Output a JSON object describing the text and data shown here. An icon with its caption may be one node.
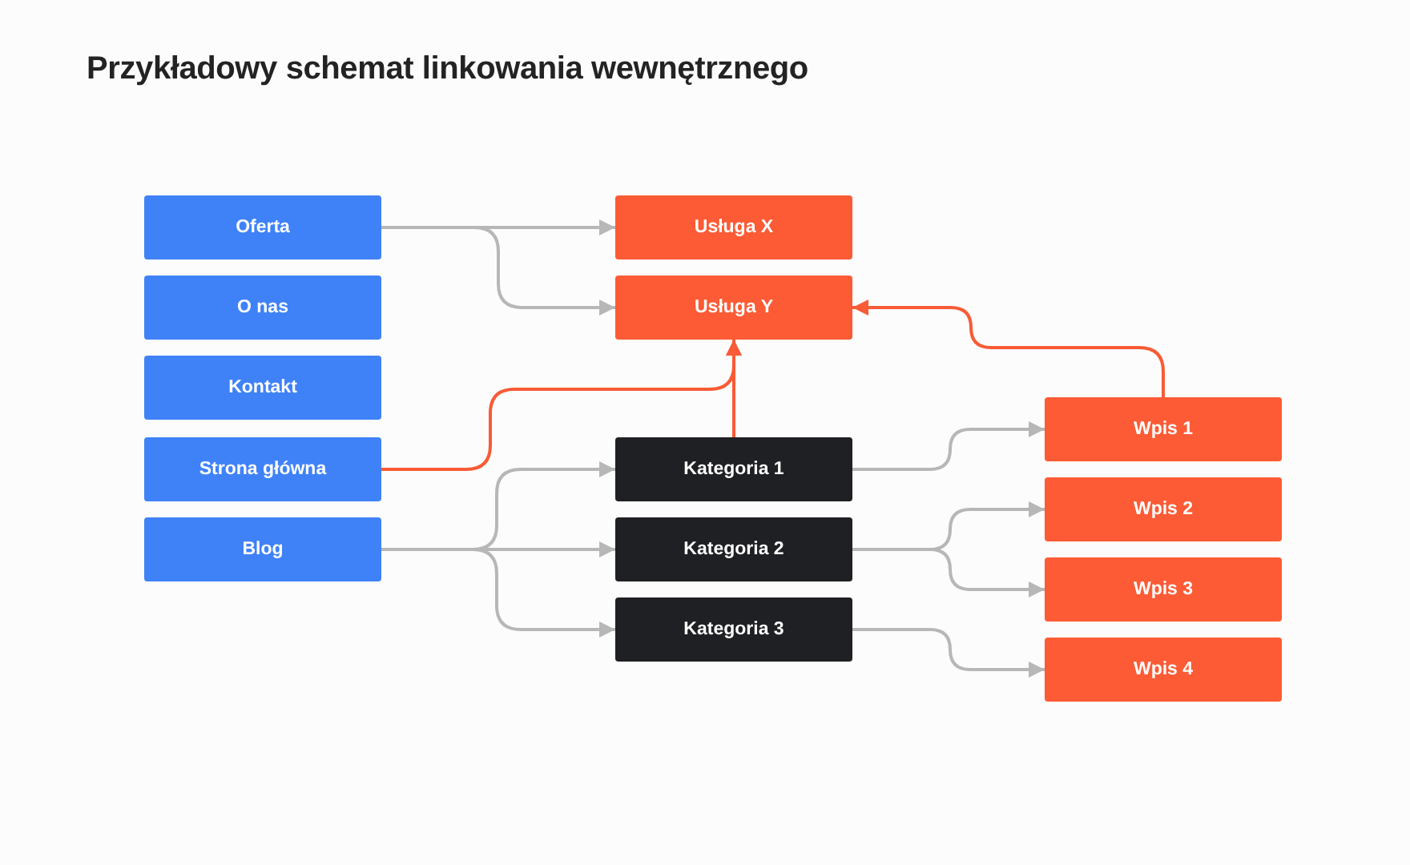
{
  "diagram": {
    "title": "Przykładowy schemat linkowania wewnętrznego",
    "nodes": [
      {
        "text": [
          "Oferta"
        ]
      },
      {
        "text": [
          "O nas"
        ]
      },
      {
        "text": [
          "Kontakt"
        ]
      },
      {
        "text": [
          "Strona główna"
        ]
      },
      {
        "text": [
          "Blog"
        ]
      },
      {
        "text": [
          "Usługa X"
        ]
      },
      {
        "text": [
          "Usługa Y"
        ]
      },
      {
        "text": [
          "Kategoria 1"
        ]
      },
      {
        "text": [
          "Kategoria 2"
        ]
      },
      {
        "text": [
          "Kategoria 3"
        ]
      },
      {
        "text": [
          "Wpis 1"
        ]
      },
      {
        "text": [
          "Wpis 2"
        ]
      },
      {
        "text": [
          "Wpis 3"
        ]
      },
      {
        "text": [
          "Wpis 4"
        ]
      }
    ],
    "edges": [
      {
        "from": 0,
        "to": 5,
        "arrow": "to"
      },
      {
        "from": 0,
        "to": 6,
        "arrow": "to"
      },
      {
        "from": 3,
        "to": 6,
        "arrow": "to",
        "color": "#f85b35"
      },
      {
        "from": 7,
        "to": 6,
        "arrow": "to",
        "color": "#f85b35"
      },
      {
        "from": 10,
        "to": 6,
        "arrow": "to",
        "color": "#f85b35"
      },
      {
        "from": 4,
        "to": 7,
        "arrow": "to"
      },
      {
        "from": 4,
        "to": 8,
        "arrow": "to"
      },
      {
        "from": 4,
        "to": 9,
        "arrow": "to"
      },
      {
        "from": 7,
        "to": 10,
        "arrow": "to"
      },
      {
        "from": 8,
        "to": 11,
        "arrow": "to"
      },
      {
        "from": 8,
        "to": 12,
        "arrow": "to"
      },
      {
        "from": 9,
        "to": 13,
        "arrow": "to"
      }
    ]
  }
}
